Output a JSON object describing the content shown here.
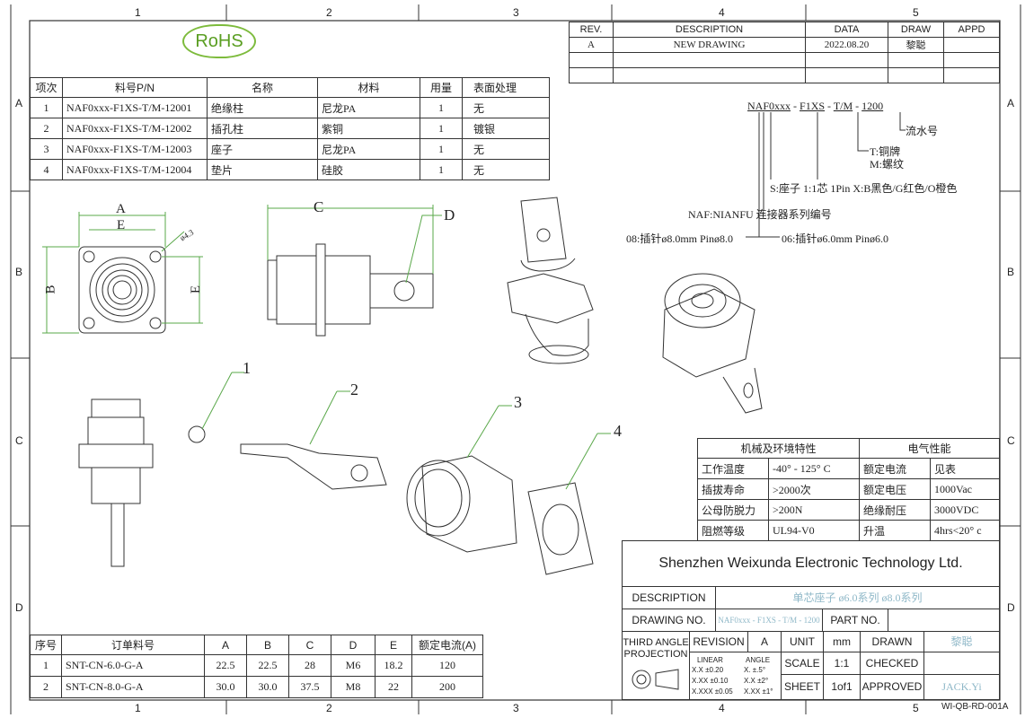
{
  "zones": {
    "top": [
      "1",
      "2",
      "3",
      "4",
      "5"
    ],
    "bottom": [
      "1",
      "2",
      "3",
      "4",
      "5"
    ],
    "left": [
      "A",
      "B",
      "C",
      "D"
    ],
    "right": [
      "A",
      "B",
      "C",
      "D"
    ]
  },
  "rohs": "RoHS",
  "revision": {
    "headers": [
      "REV.",
      "DESCRIPTION",
      "DATA",
      "DRAW",
      "APPD"
    ],
    "rows": [
      [
        "A",
        "NEW DRAWING",
        "2022.08.20",
        "黎聪",
        ""
      ]
    ]
  },
  "bom": {
    "headers": [
      "项次",
      "料号P/N",
      "名称",
      "材料",
      "用量",
      "表面处理"
    ],
    "rows": [
      [
        "1",
        "NAF0xxx-F1XS-T/M-12001",
        "绝缘柱",
        "尼龙PA",
        "1",
        "无"
      ],
      [
        "2",
        "NAF0xxx-F1XS-T/M-12002",
        "插孔柱",
        "紫铜",
        "1",
        "镀银"
      ],
      [
        "3",
        "NAF0xxx-F1XS-T/M-12003",
        "座子",
        "尼龙PA",
        "1",
        "无"
      ],
      [
        "4",
        "NAF0xxx-F1XS-T/M-12004",
        "垫片",
        "硅胶",
        "1",
        "无"
      ]
    ]
  },
  "part_code": {
    "p1": "NAF0xxx",
    "sep1": " - ",
    "p2": "F1XS",
    "sep2": " - ",
    "p3": "T/M",
    "sep3": " - ",
    "p4": "1200",
    "serial": "流水号",
    "t_note": "T:铜牌",
    "m_note": "M:螺纹",
    "s_note": "S:座子 1:1芯 1Pin X:B黑色/G红色/O橙色",
    "naf_note": "NAF:NIANFU 连接器系列编号",
    "pin8_note": "08:插针ø8.0mm Pinø8.0",
    "pin6_note": "06:插针ø6.0mm Pinø6.0"
  },
  "dims": {
    "A": "A",
    "E1": "E",
    "B": "B",
    "E2": "E",
    "C": "C",
    "D": "D",
    "hole": "ø4.3"
  },
  "callouts": [
    "1",
    "2",
    "3",
    "4"
  ],
  "specs": {
    "header_left": "机械及环境特性",
    "header_right": "电气性能",
    "rows": [
      [
        "工作温度",
        "-40° - 125° C",
        "额定电流",
        "见表"
      ],
      [
        "插拔寿命",
        ">2000次",
        "额定电压",
        "1000Vac"
      ],
      [
        "公母防脱力",
        ">200N",
        "绝缘耐压",
        "3000VDC"
      ],
      [
        "阻燃等级",
        "UL94-V0",
        "升温",
        "4hrs<20° c"
      ]
    ]
  },
  "title_block": {
    "company": "Shenzhen Weixunda Electronic Technology Ltd.",
    "desc_label": "DESCRIPTION",
    "desc_value": "单芯座子  ø6.0系列  ø8.0系列",
    "dwg_label": "DRAWING NO.",
    "dwg_value": "NAF0xxx - F1XS - T/M - 1200",
    "part_label": "PART NO.",
    "part_value": "",
    "third_angle": "THIRD ANGLE",
    "projection": "PROJECTION",
    "revision_label": "REVISION",
    "revision_value": "A",
    "unit_label": "UNIT",
    "unit_value": "mm",
    "drawn_label": "DRAWN",
    "drawn_value": "黎聪",
    "linear": "LINEAR",
    "angle": "ANGLE",
    "tol1": "X.X    ±0.20",
    "tol2": "X.XX   ±0.10",
    "tol3": "X.XXX ±0.05",
    "ang1": "X.    ±.5°",
    "ang2": "X.X    ±2°",
    "ang3": "X.XX ±1°",
    "scale_label": "SCALE",
    "scale_value": "1:1",
    "checked_label": "CHECKED",
    "checked_value": "",
    "sheet_label": "SHEET",
    "sheet_value": "1of1",
    "approved_label": "APPROVED",
    "approved_value": "JACK.Yi"
  },
  "order": {
    "headers": [
      "序号",
      "订单料号",
      "A",
      "B",
      "C",
      "D",
      "E",
      "额定电流(A)"
    ],
    "rows": [
      [
        "1",
        "SNT-CN-6.0-G-A",
        "22.5",
        "22.5",
        "28",
        "M6",
        "18.2",
        "120"
      ],
      [
        "2",
        "SNT-CN-8.0-G-A",
        "30.0",
        "30.0",
        "37.5",
        "M8",
        "22",
        "200"
      ]
    ]
  },
  "doc_code": "WI-QB-RD-001A"
}
